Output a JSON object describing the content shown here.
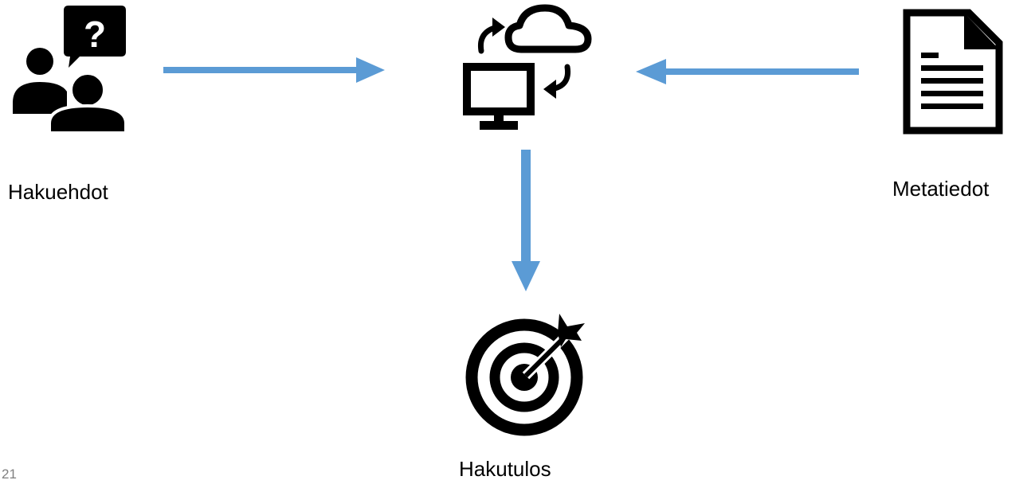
{
  "nodes": {
    "query": {
      "label": "Hakuehdot",
      "icon": "users-question-icon"
    },
    "metadata": {
      "label": "Metatiedot",
      "icon": "document-icon"
    },
    "system": {
      "icon": "computer-cloud-sync-icon"
    },
    "result": {
      "label": "Hakutulos",
      "icon": "target-arrow-icon"
    }
  },
  "edges": [
    {
      "from": "query",
      "to": "system"
    },
    {
      "from": "metadata",
      "to": "system"
    },
    {
      "from": "system",
      "to": "result"
    }
  ],
  "page_number": "21",
  "colors": {
    "arrow": "#5B9BD5",
    "icon": "#000000",
    "text": "#000000"
  }
}
